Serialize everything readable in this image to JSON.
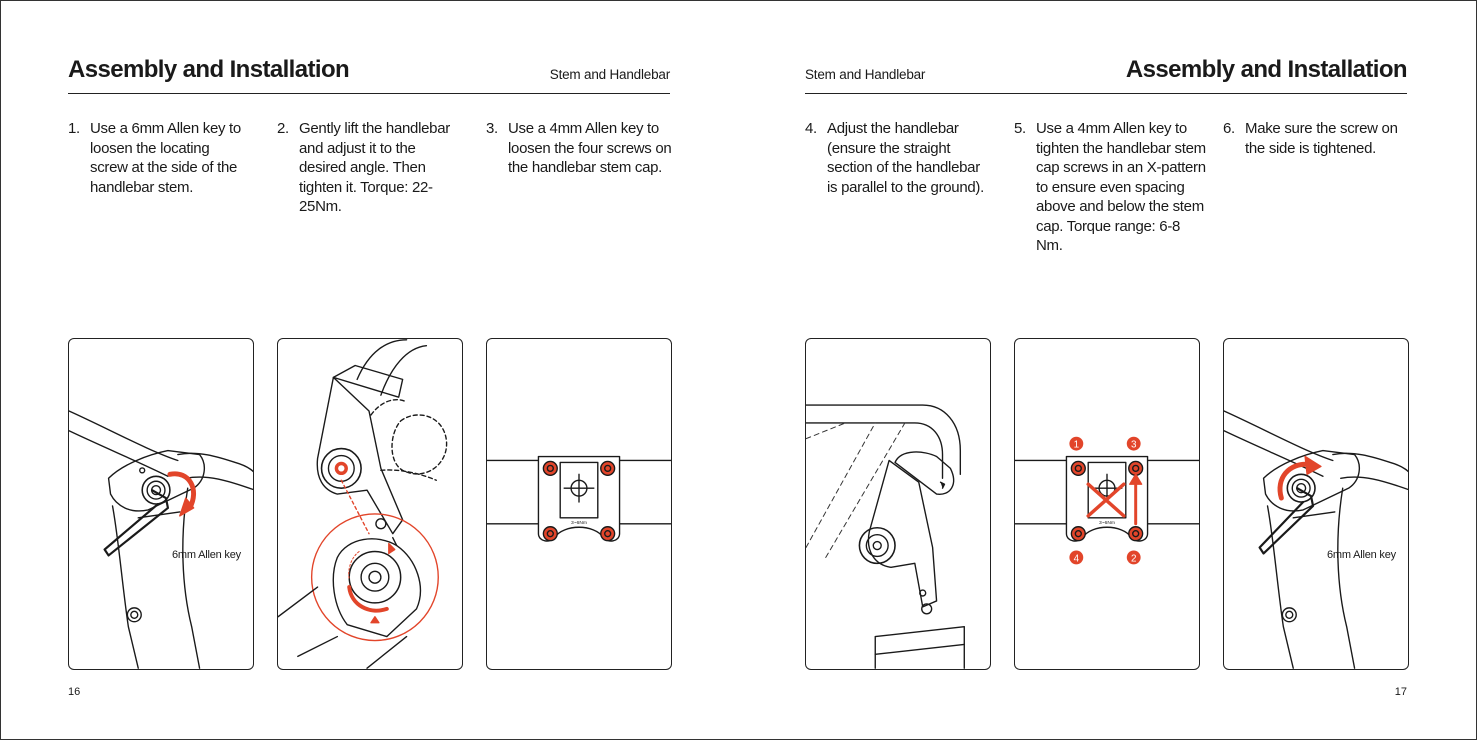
{
  "left_page": {
    "title": "Assembly and Installation",
    "section": "Stem and Handlebar",
    "page_number": "16",
    "steps": [
      {
        "number": "1.",
        "text": "Use a 6mm Allen key to loosen the locating screw at the side of the handlebar stem."
      },
      {
        "number": "2.",
        "text": "Gently lift the handlebar and adjust it to the desired angle. Then tighten it. Torque: 22-25Nm."
      },
      {
        "number": "3.",
        "text": "Use a 4mm Allen key to loosen the four screws on the handlebar stem cap."
      }
    ],
    "callouts": {
      "allen_key_6mm": "6mm Allen key"
    }
  },
  "right_page": {
    "title": "Assembly and Installation",
    "section": "Stem and Handlebar",
    "page_number": "17",
    "steps": [
      {
        "number": "4.",
        "text": "Adjust the handlebar (ensure the straight section of the handlebar is parallel to the ground)."
      },
      {
        "number": "5.",
        "text": "Use a 4mm Allen key to tighten the handlebar stem cap screws in an X-pattern to ensure even spacing above and below the stem cap. Torque range: 6-8 Nm."
      },
      {
        "number": "6.",
        "text": "Make sure the screw on the side is tightened."
      }
    ],
    "callouts": {
      "allen_key_6mm": "6mm Allen key"
    },
    "sequence_labels": [
      "1",
      "2",
      "3",
      "4"
    ]
  },
  "colors": {
    "accent": "#e2452a",
    "ink": "#1a1a1a",
    "dashed": "#333333"
  },
  "diagram_labels": {
    "stem_cap_torque": "3~6Nm"
  }
}
